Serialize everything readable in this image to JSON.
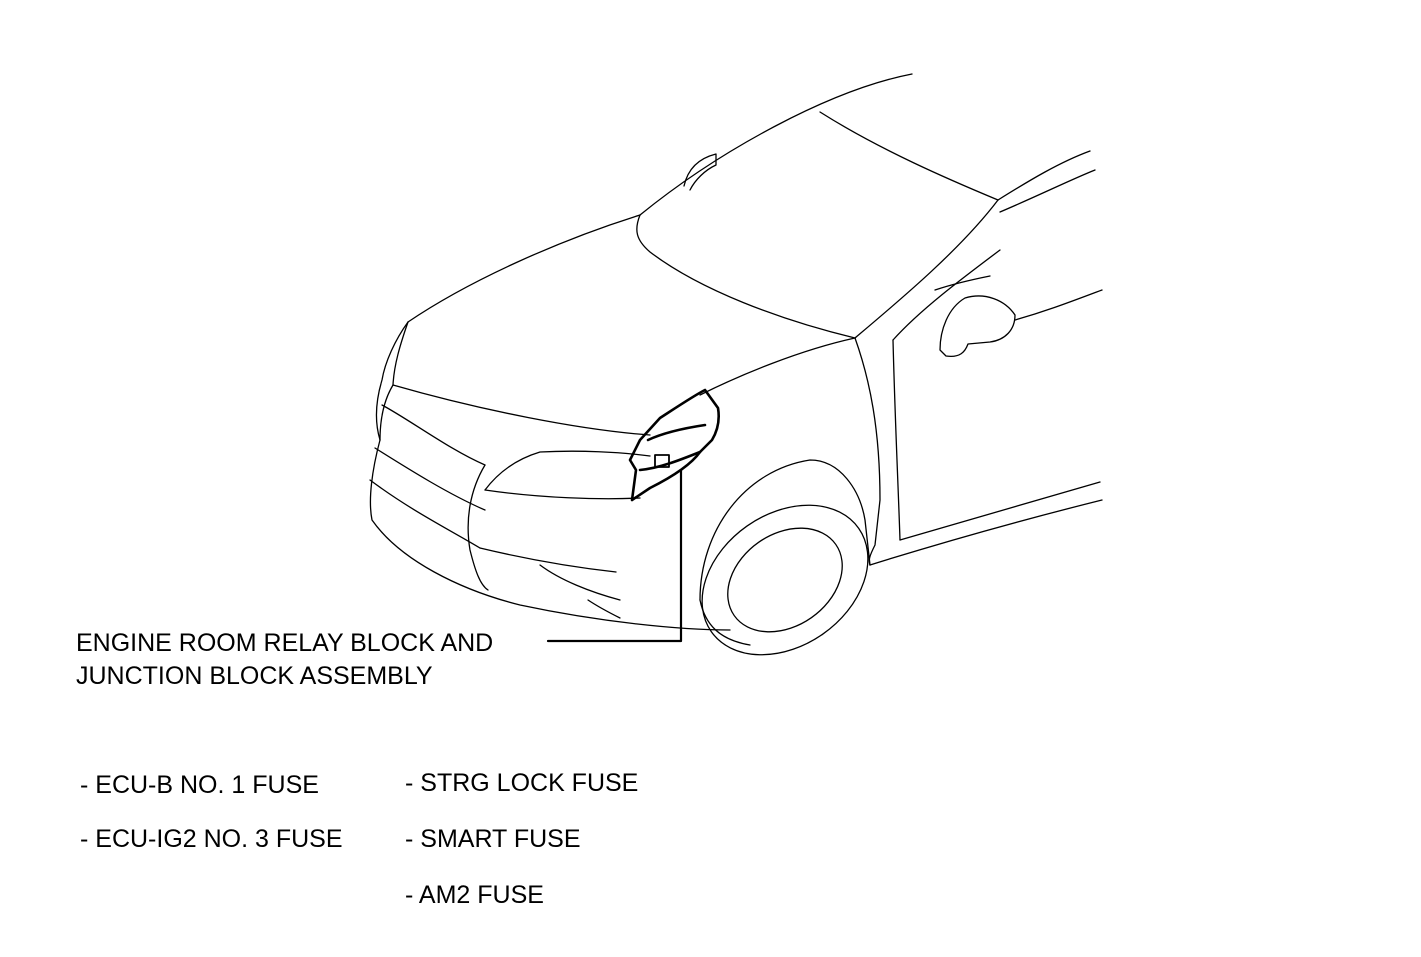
{
  "callout": {
    "line1": "ENGINE ROOM RELAY BLOCK AND",
    "line2": "JUNCTION BLOCK ASSEMBLY"
  },
  "fuses": {
    "left_column": [
      "- ECU-B NO. 1 FUSE",
      "- ECU-IG2 NO. 3 FUSE"
    ],
    "right_column": [
      "- STRG LOCK FUSE",
      "- SMART FUSE",
      "- AM2 FUSE"
    ]
  }
}
